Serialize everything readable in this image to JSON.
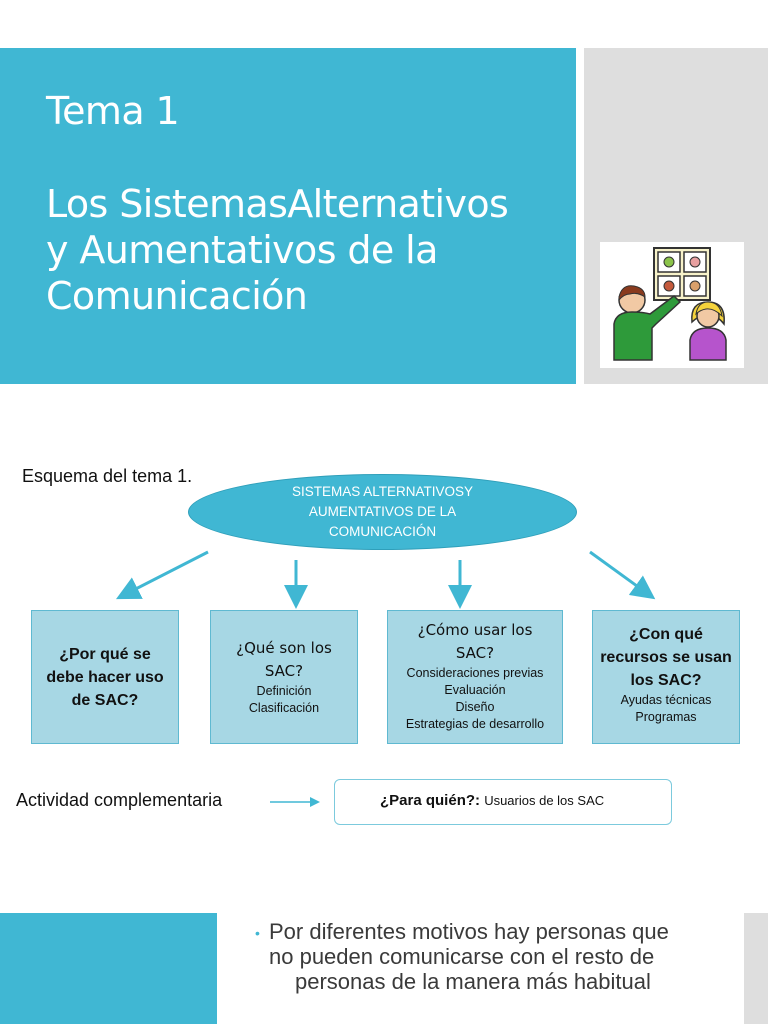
{
  "slide1": {
    "title": "Tema 1\n\nLos SistemasAlternativos\ny Aumentativos de la\nComunicación"
  },
  "slide2": {
    "scheme_title": "Esquema del tema 1.",
    "central": "SISTEMAS ALTERNATIVOSY\nAUMENTATIVOS DE LA\nCOMUNICACIÓN",
    "boxes": [
      {
        "question": "¿Por qué se\ndebe hacer uso\nde SAC?",
        "details": ""
      },
      {
        "question": "¿Qué son los\nSAC?",
        "details": "Definición\nClasificación"
      },
      {
        "question": "¿Cómo usar los\nSAC?",
        "details": "Consideraciones previas\nEvaluación\nDiseño\nEstrategias de desarrollo"
      },
      {
        "question": "¿Con qué\nrecursos se usan\nlos SAC?",
        "details": "Ayudas técnicas\nProgramas"
      }
    ],
    "activity_label": "Actividad complementaria",
    "para_quien_question": "¿Para quién?:",
    "para_quien_answer": "Usuarios de los SAC"
  },
  "slide3": {
    "bullet": "•",
    "line1": "Por diferentes motivos hay personas que",
    "line2": "no pueden comunicarse con el resto de",
    "line3": "personas de la manera más habitual"
  },
  "colors": {
    "accent": "#40b7d3",
    "box_fill": "#a7d7e4",
    "side_gray": "#dedede"
  }
}
